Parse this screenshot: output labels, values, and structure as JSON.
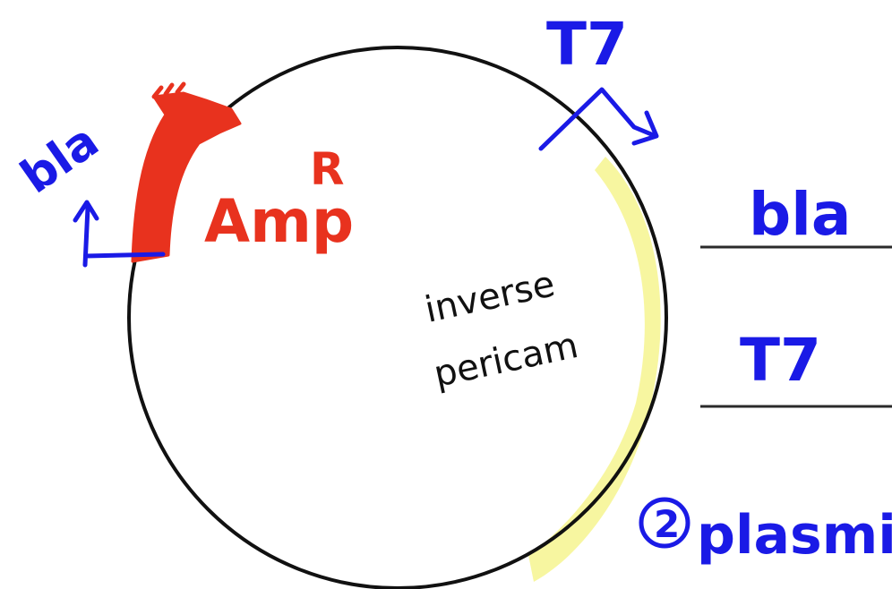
{
  "colors": {
    "ink_blue": "#1a1ae6",
    "ink_red": "#e8321e",
    "ink_black": "#111111",
    "highlight_yellow": "#f2f060",
    "line_dark": "#2a2a2a"
  },
  "labels": {
    "bla_left": "bla",
    "t7_top": "T7",
    "amp": "Amp",
    "amp_superscript": "R",
    "insert_line1": "inverse",
    "insert_line2": "pericam",
    "table_row1": "bla",
    "table_row2": "T7",
    "circled_number": "2",
    "plasmid": "plasmid"
  },
  "icons": {
    "bla_promoter_arrow": "promoter-arrow-icon",
    "t7_promoter_arrow": "promoter-arrow-icon",
    "amp_gene_arrow": "gene-arrow-icon"
  }
}
